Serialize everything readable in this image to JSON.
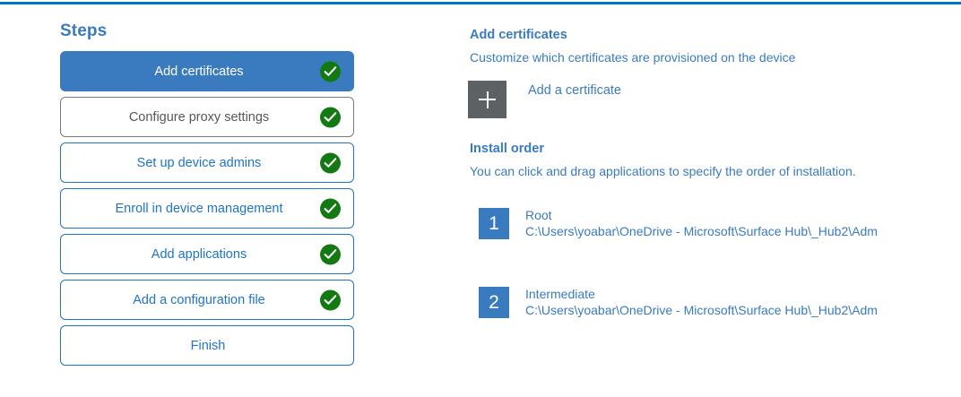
{
  "theme": {
    "accent_bar": "#0078c8",
    "primary_blue": "#3a7bbf",
    "link_blue": "#1f74c4",
    "check_green": "#137a13",
    "tile_grey": "#5d6163",
    "muted_text": "#575757"
  },
  "steps_pane": {
    "heading": "Steps",
    "items": [
      {
        "label": "Add certificates",
        "state": "active",
        "completed": true
      },
      {
        "label": "Configure proxy settings",
        "state": "muted",
        "completed": true
      },
      {
        "label": "Set up device admins",
        "state": "default",
        "completed": true
      },
      {
        "label": "Enroll in device management",
        "state": "default",
        "completed": true
      },
      {
        "label": "Add applications",
        "state": "default",
        "completed": true
      },
      {
        "label": "Add a configuration file",
        "state": "default",
        "completed": true
      },
      {
        "label": "Finish",
        "state": "default",
        "completed": false
      }
    ]
  },
  "detail": {
    "title": "Add certificates",
    "subtitle": "Customize which certificates are provisioned on the device",
    "add_certificate": {
      "icon": "plus-icon",
      "label": "Add a certificate"
    },
    "install_order": {
      "title": "Install order",
      "subtitle": "You can click and drag applications to specify the order of installation.",
      "items": [
        {
          "number": "1",
          "name": "Root",
          "path": "C:\\Users\\yoabar\\OneDrive - Microsoft\\Surface Hub\\_Hub2\\Adm"
        },
        {
          "number": "2",
          "name": "Intermediate",
          "path": "C:\\Users\\yoabar\\OneDrive - Microsoft\\Surface Hub\\_Hub2\\Adm"
        }
      ]
    }
  }
}
